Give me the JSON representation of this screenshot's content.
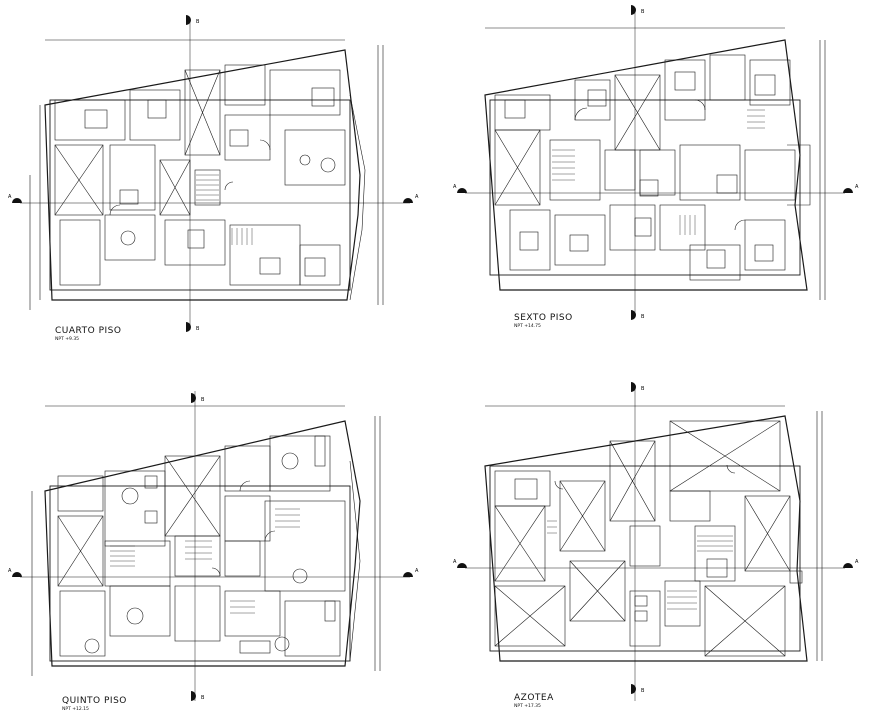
{
  "plans": [
    {
      "id": "cuarto",
      "title": "CUARTO  PISO",
      "level": "NPT +9.35"
    },
    {
      "id": "sexto",
      "title": "SEXTO  PISO",
      "level": "NPT +14.75"
    },
    {
      "id": "quinto",
      "title": "QUINTO  PISO",
      "level": "NPT +12.15"
    },
    {
      "id": "azotea",
      "title": "AZOTEA",
      "level": "NPT +17.35"
    }
  ],
  "section_marks": {
    "a": "A",
    "b": "B"
  },
  "colors": {
    "line": "#1a1a1a",
    "background": "#ffffff"
  }
}
